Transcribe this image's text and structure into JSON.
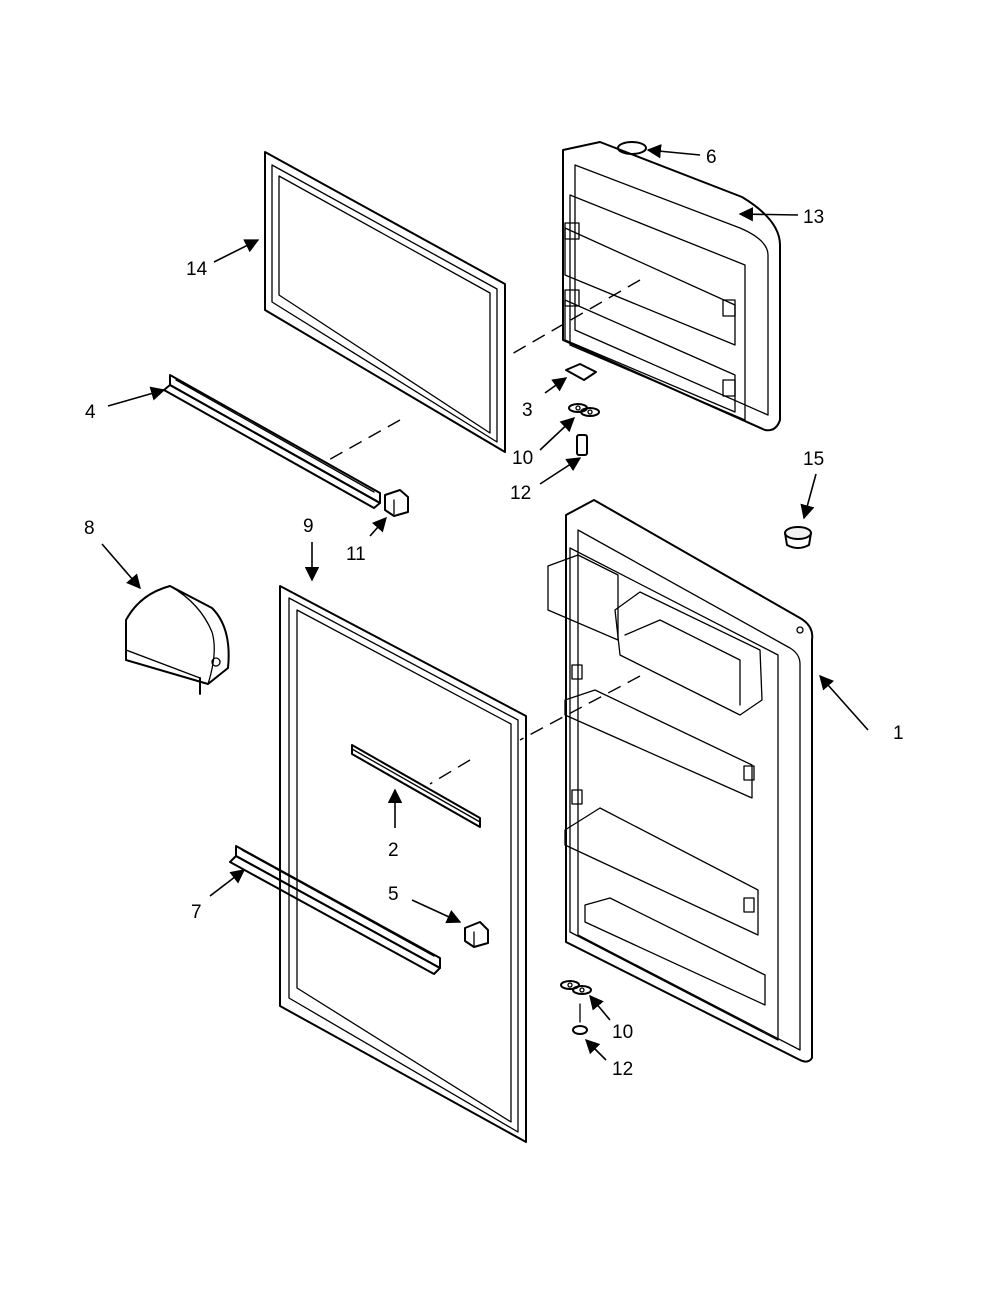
{
  "callouts": {
    "c1": "1",
    "c2": "2",
    "c3": "3",
    "c4": "4",
    "c5": "5",
    "c6": "6",
    "c7": "7",
    "c8": "8",
    "c9": "9",
    "c10a": "10",
    "c10b": "10",
    "c11": "11",
    "c12a": "12",
    "c12b": "12",
    "c13": "13",
    "c14": "14",
    "c15": "15"
  }
}
